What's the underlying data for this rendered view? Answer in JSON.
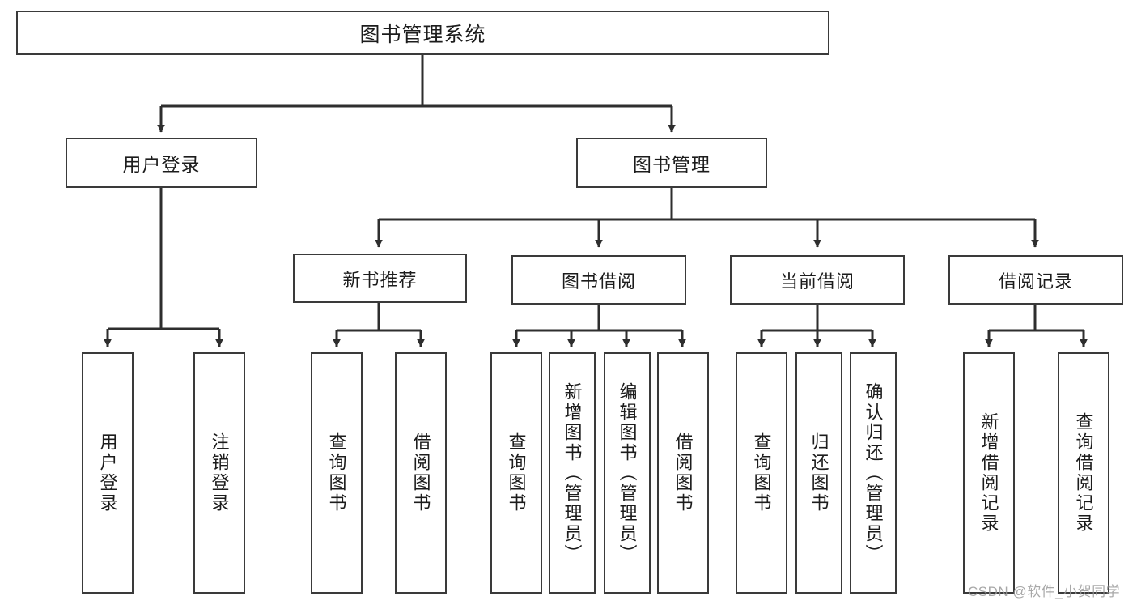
{
  "diagram": {
    "title": "图书管理系统",
    "type": "tree-hierarchy-chart",
    "root": {
      "label": "图书管理系统"
    },
    "level2": [
      {
        "label": "用户登录"
      },
      {
        "label": "图书管理"
      }
    ],
    "level3": [
      {
        "label": "新书推荐"
      },
      {
        "label": "图书借阅"
      },
      {
        "label": "当前借阅"
      },
      {
        "label": "借阅记录"
      }
    ],
    "leaves": {
      "user_login": [
        {
          "label": "用户登录"
        },
        {
          "label": "注销登录"
        }
      ],
      "new_book_recommend": [
        {
          "label": "查询图书"
        },
        {
          "label": "借阅图书"
        }
      ],
      "book_borrow": [
        {
          "label": "查询图书"
        },
        {
          "label": "新增图书（管理员）"
        },
        {
          "label": "编辑图书（管理员）"
        },
        {
          "label": "借阅图书"
        }
      ],
      "current_borrow": [
        {
          "label": "查询图书"
        },
        {
          "label": "归还图书"
        },
        {
          "label": "确认归还（管理员）"
        }
      ],
      "borrow_record": [
        {
          "label": "新增借阅记录"
        },
        {
          "label": "查询借阅记录"
        }
      ]
    }
  },
  "watermark": {
    "text": "CSDN @软件_小贺同学"
  },
  "colors": {
    "border": "#3a3a3a",
    "background": "#ffffff",
    "text": "#1c1c1c",
    "watermark": "#9a9a9a"
  }
}
